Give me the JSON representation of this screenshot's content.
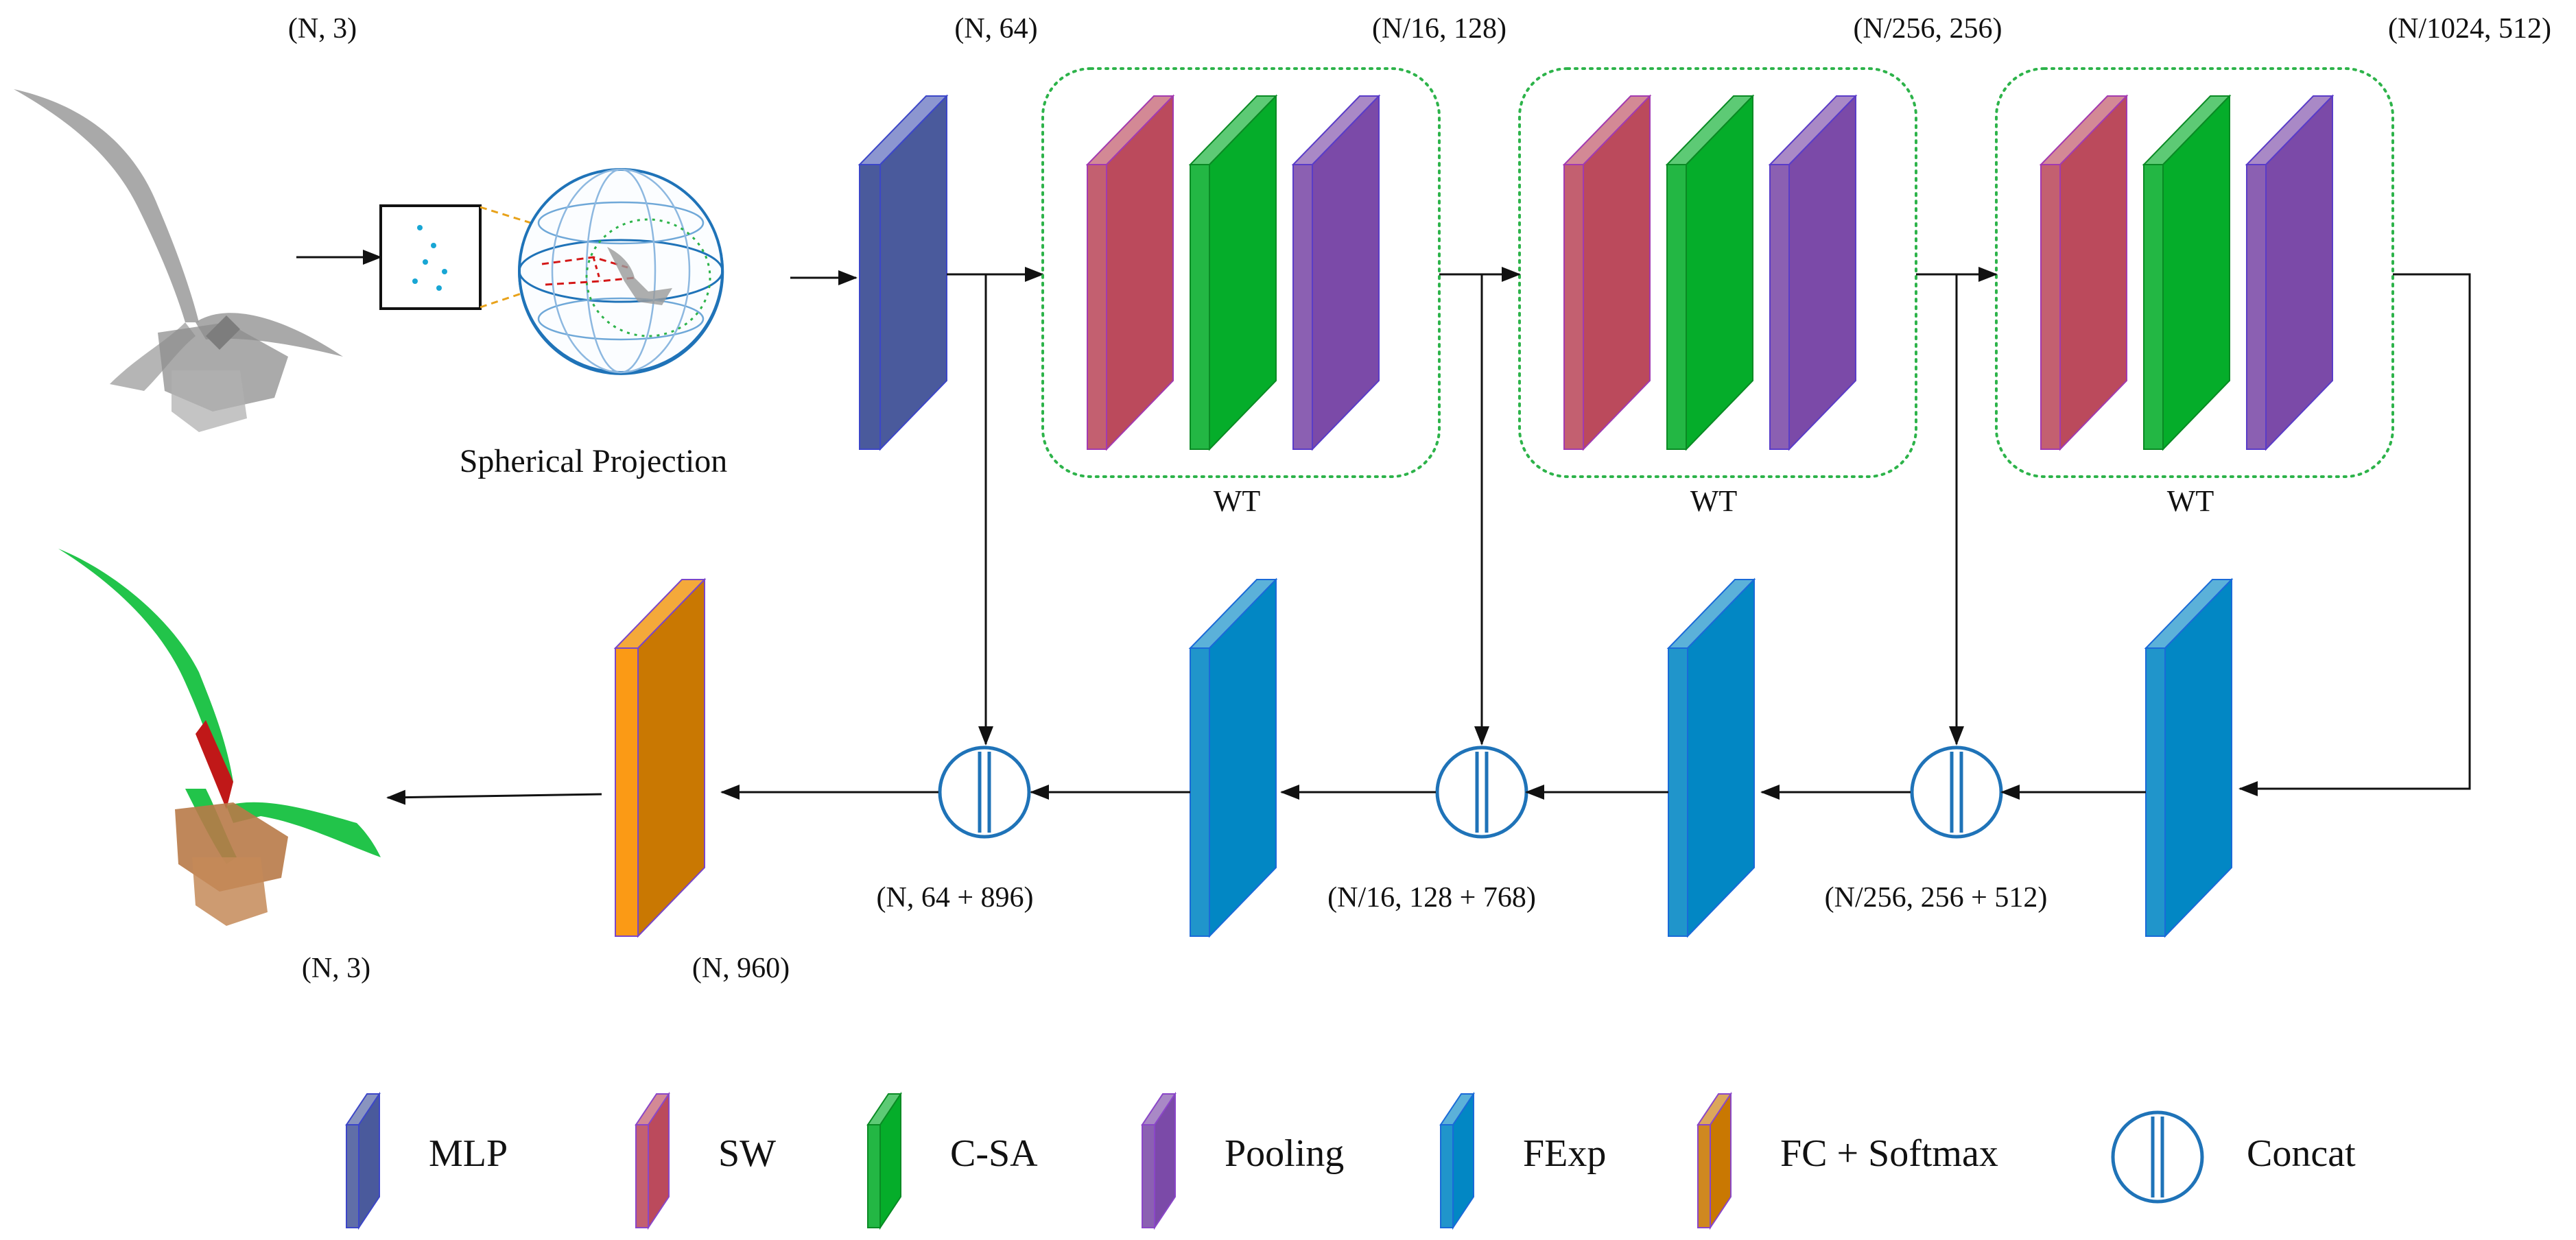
{
  "dimension_labels": {
    "input": "(N, 3)",
    "mlp_out": "(N, 64)",
    "wt1_out": "(N/16, 128)",
    "wt2_out": "(N/256, 256)",
    "wt3_out": "(N/1024, 512)",
    "concat1": "(N, 64 + 896)",
    "concat2": "(N/16, 128 + 768)",
    "concat3": "(N/256, 256 + 512)",
    "fc_out": "(N, 960)",
    "output": "(N, 3)"
  },
  "labels": {
    "spherical_projection": "Spherical Projection",
    "wt": "WT"
  },
  "legend": [
    {
      "key": "mlp",
      "label": "MLP"
    },
    {
      "key": "sw",
      "label": "SW"
    },
    {
      "key": "csa",
      "label": "C-SA"
    },
    {
      "key": "pooling",
      "label": "Pooling"
    },
    {
      "key": "fexp",
      "label": "FExp"
    },
    {
      "key": "fc",
      "label": "FC + Softmax"
    },
    {
      "key": "concat",
      "label": "Concat"
    }
  ],
  "colors": {
    "mlp": "#4a5a9c",
    "sw": "#bb4a5c",
    "csa": "#05ad2a",
    "pooling": "#7b4aa8",
    "fexp": "#0287c4",
    "fc": "#c97802",
    "wt_border": "#2db34a",
    "concat_stroke": "#1f73b8",
    "plant_gray": "#9a9a9a",
    "plant_leaf": "#22c44a",
    "plant_pot": "#b87a48",
    "projection_dashes": "#e8a21a"
  },
  "icons": [
    "input-plant-cloud",
    "segmented-plant-cloud",
    "sphere-icon",
    "concat-icon"
  ]
}
